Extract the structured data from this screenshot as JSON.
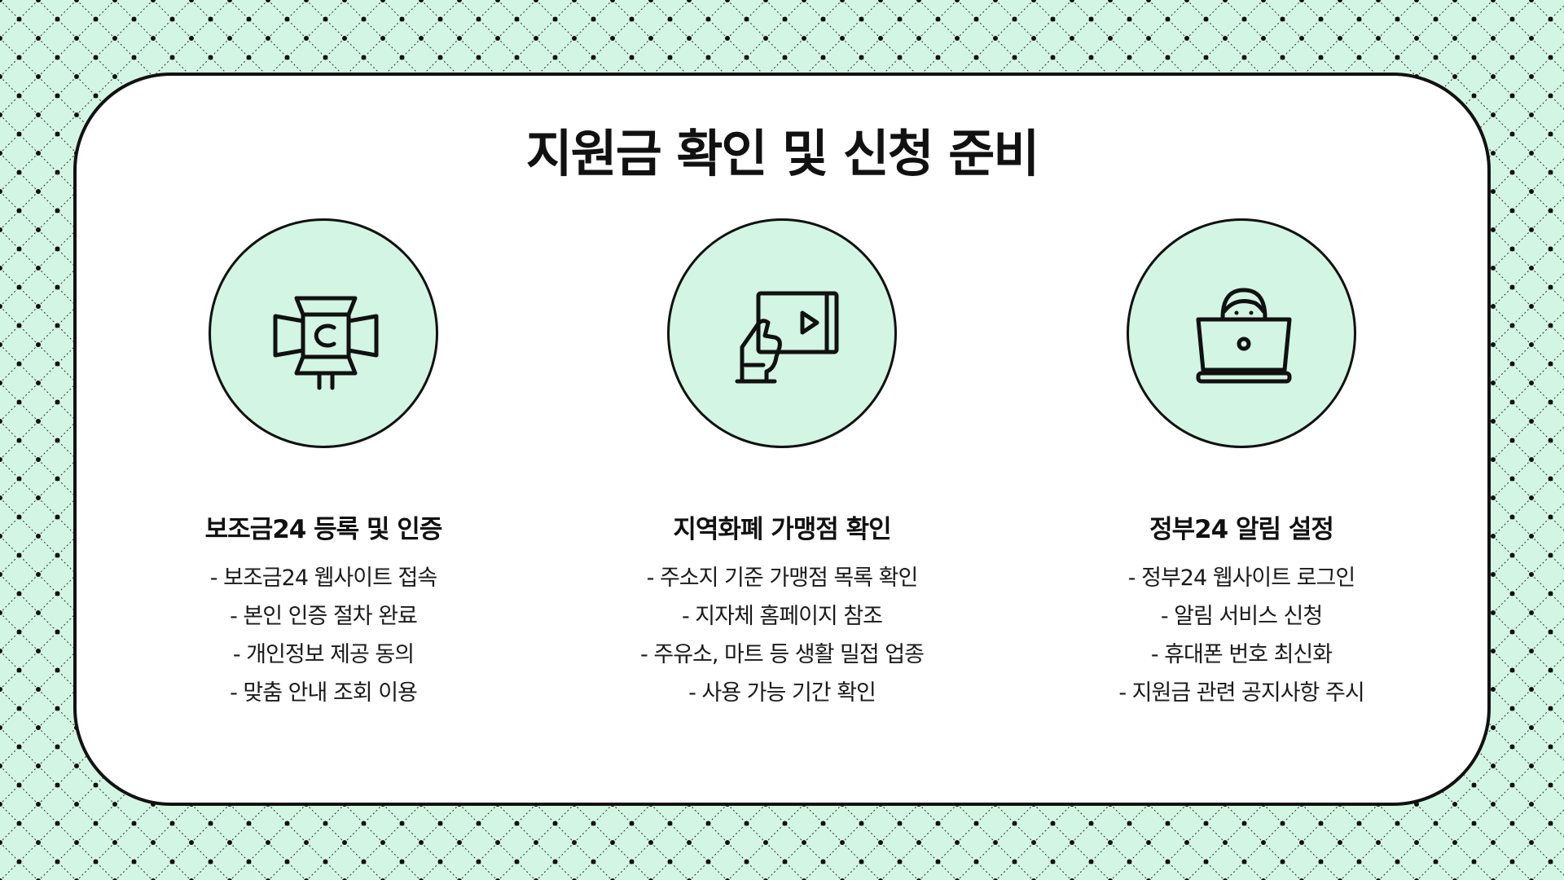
{
  "title": "지원금 확인 및 신청 준비",
  "colors": {
    "background": "#d3f5e3",
    "card": "#ffffff",
    "outline": "#111111"
  },
  "columns": [
    {
      "icon": "spotlight-icon",
      "heading": "보조금24 등록 및 인증",
      "items": [
        "- 보조금24 웹사이트 접속",
        "- 본인 인증 절차 완료",
        "- 개인정보 제공 동의",
        "- 맞춤 안내 조회 이용"
      ]
    },
    {
      "icon": "video-tablet-icon",
      "heading": "지역화폐 가맹점 확인",
      "items": [
        "- 주소지 기준 가맹점 목록 확인",
        "- 지자체 홈페이지 참조",
        "- 주유소, 마트 등 생활 밀접 업종",
        "- 사용 가능 기간 확인"
      ]
    },
    {
      "icon": "person-laptop-icon",
      "heading": "정부24 알림 설정",
      "items": [
        "- 정부24 웹사이트 로그인",
        "- 알림 서비스 신청",
        "- 휴대폰 번호 최신화",
        "- 지원금 관련 공지사항 주시"
      ]
    }
  ]
}
